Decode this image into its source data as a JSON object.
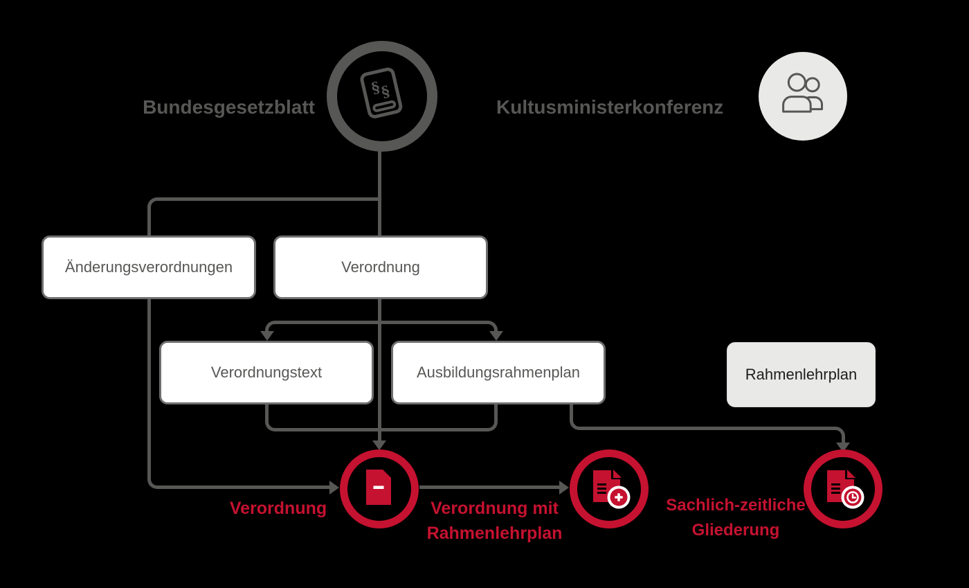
{
  "colors": {
    "background": "#000000",
    "line_gray": "#575756",
    "box_border_gray": "#6f6e6e",
    "box_fill_white": "#ffffff",
    "light_gray_fill": "#e9e9e8",
    "accent_red": "#c51230"
  },
  "sources": {
    "bundesgesetzblatt": {
      "label": "Bundesgesetzblatt",
      "icon": "law-book-icon"
    },
    "kultusministerkonferenz": {
      "label": "Kultusministerkonferenz",
      "icon": "people-icon"
    }
  },
  "boxes": {
    "aenderungsverordnungen": {
      "label": "Änderungsverordnungen"
    },
    "verordnung": {
      "label": "Verordnung"
    },
    "verordnungstext": {
      "label": "Verordnungstext"
    },
    "ausbildungsrahmenplan": {
      "label": "Ausbildungsrahmenplan"
    },
    "rahmenlehrplan": {
      "label": "Rahmenlehrplan"
    }
  },
  "outputs": [
    {
      "label": "Verordnung",
      "icon": "document-icon"
    },
    {
      "label": "Verordnung mit Rahmenlehrplan",
      "icon": "document-plus-icon"
    },
    {
      "label": "Sachlich-zeitliche Gliederung",
      "icon": "document-clock-icon"
    }
  ]
}
